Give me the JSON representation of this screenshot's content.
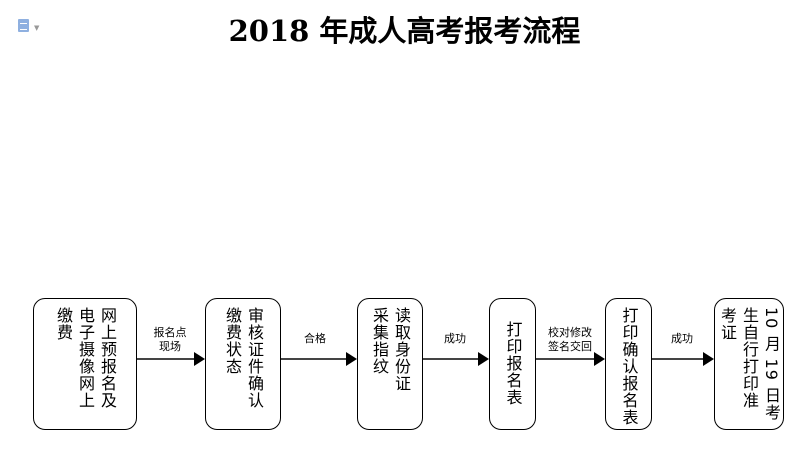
{
  "title": "2018 年成人高考报考流程",
  "steps": [
    {
      "text": "网上预报名及电子摄像网上缴费"
    },
    {
      "text": "审核证件确认缴费状态"
    },
    {
      "text": "读取身份证采集指纹"
    },
    {
      "text": "打印报名表"
    },
    {
      "text": "打印确认报名表"
    },
    {
      "text": "10 月 19 日考生自行打印准考证"
    }
  ],
  "edges": [
    {
      "line1": "报名点",
      "line2": "现场"
    },
    {
      "line1": "合格"
    },
    {
      "line1": "成功"
    },
    {
      "line1": "校对修改",
      "line2": "签名交回"
    },
    {
      "line1": "成功"
    }
  ]
}
